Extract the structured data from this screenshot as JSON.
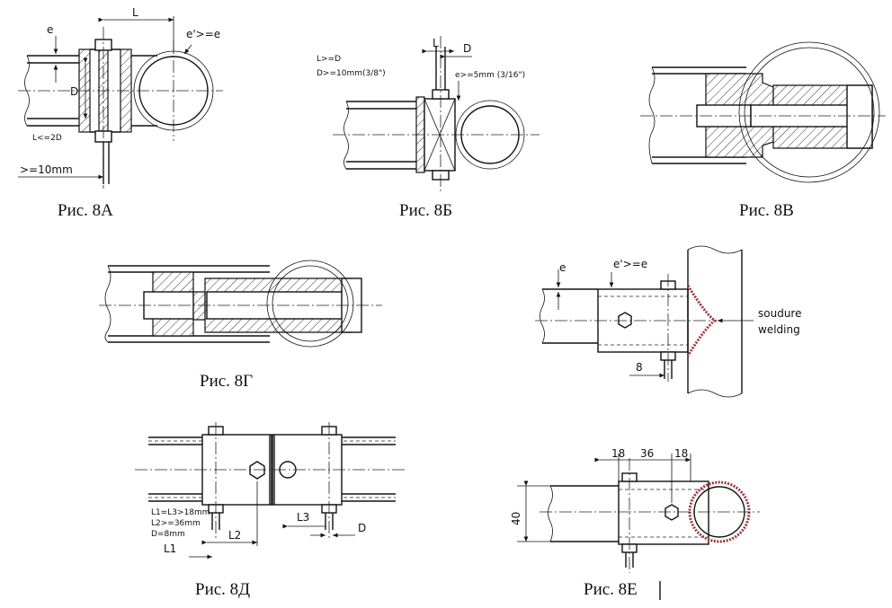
{
  "figures": {
    "a": {
      "caption": "Рис. 8А",
      "labels": {
        "L": "L",
        "e": "e",
        "e2": "e'>=e",
        "D": "D",
        "lcond": "L<=2D",
        "gap": ">=10mm"
      }
    },
    "b": {
      "caption": "Рис. 8Б",
      "labels": {
        "L": "L",
        "D": "D",
        "c1": "L>=D",
        "c2": "D>=10mm(3/8\")",
        "c3": "e>=5mm  (3/16\")"
      }
    },
    "c": {
      "caption": "Рис. 8В"
    },
    "d": {
      "caption": "Рис. 8Г"
    },
    "e": {
      "caption": "",
      "labels": {
        "e": "e",
        "e2": "e'>=e",
        "soudure": "soudure",
        "welding": "welding",
        "eight": "8"
      }
    },
    "f": {
      "caption": "Рис. 8Д",
      "labels": {
        "c1": "L1=L3>18mm",
        "c2": "L2>=36mm",
        "c3": "D=8mm",
        "L1": "L1",
        "L2": "L2",
        "L3": "L3",
        "D": "D"
      }
    },
    "g": {
      "caption": "Рис. 8Е",
      "labels": {
        "d1": "18",
        "d2": "36",
        "d3": "18",
        "h": "40"
      }
    }
  },
  "colors": {
    "weld": "#a0313a",
    "line": "#111111"
  }
}
